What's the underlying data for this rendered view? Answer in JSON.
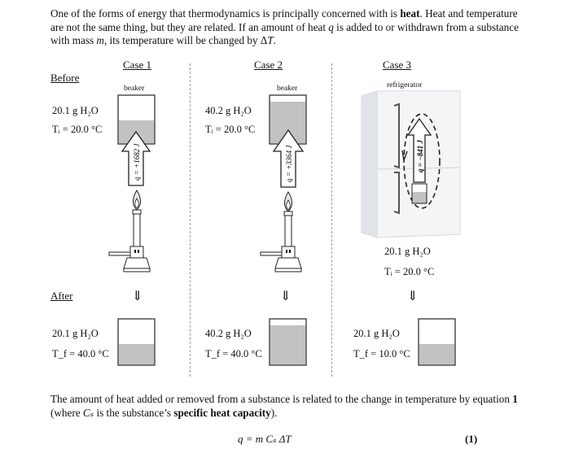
{
  "intro": {
    "part1": "One of the forms of energy that thermodynamics is principally concerned with is ",
    "heat_word": "heat",
    "part2": ". Heat and temperature are not the same thing, but they are related. If an amount of heat ",
    "q_symbol": "q",
    "part3": " is added to or withdrawn from a substance with mass ",
    "m_symbol": "m",
    "part4": ", its temperature will be changed by Δ",
    "T_symbol": "T",
    "part5": "."
  },
  "labels": {
    "before": "Before",
    "after": "After"
  },
  "cases": [
    {
      "title": "Case 1",
      "container_label": "beaker",
      "before_mass": "20.1 g H₂O",
      "before_temp": "Tᵢ = 20.0 °C",
      "heat": "q = +1682 J",
      "after_mass": "20.1 g H₂O",
      "after_temp": "T_f = 40.0 °C",
      "down_arrow": "⇓"
    },
    {
      "title": "Case 2",
      "container_label": "beaker",
      "before_mass": "40.2 g H₂O",
      "before_temp": "Tᵢ = 20.0 °C",
      "heat": "q = +3364 J",
      "after_mass": "40.2 g H₂O",
      "after_temp": "T_f = 40.0 °C",
      "down_arrow": "⇓"
    },
    {
      "title": "Case 3",
      "container_label": "refrigerator",
      "before_mass": "20.1 g H₂O",
      "before_temp": "Tᵢ = 20.0 °C",
      "heat": "q = −841 J",
      "after_mass": "20.1 g H₂O",
      "after_temp": "T_f = 10.0 °C",
      "down_arrow": "⇓"
    }
  ],
  "outro": {
    "part1": "The amount of heat added or removed from a substance is related to the change in temperature by equation ",
    "eq_ref": "1",
    "part2": " (where ",
    "cs_symbol": "Cₛ",
    "part3": " is the substance’s ",
    "shc": "specific heat capacity",
    "part4": ")."
  },
  "equation": {
    "formula": "q = m Cₛ ΔT",
    "number": "(1)"
  },
  "colors": {
    "water": "#c2c2c2",
    "fridge": "#e9ecef",
    "flame": "#e8e8e8"
  }
}
